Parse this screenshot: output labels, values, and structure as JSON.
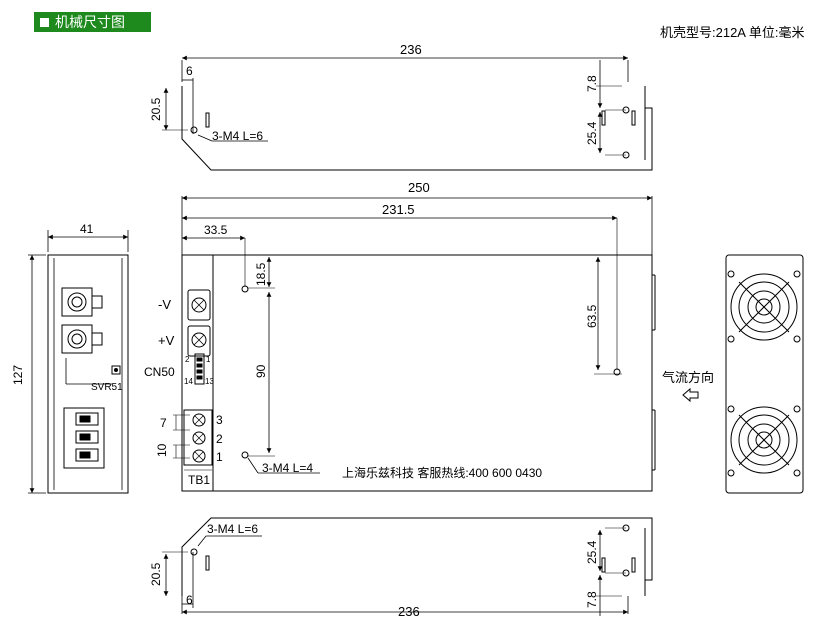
{
  "header": {
    "section_title": "机械尺寸图",
    "housing_label": "机壳型号:212A",
    "unit_label": "单位:毫米"
  },
  "top_view": {
    "length": "236",
    "offset_left": "6",
    "offset_right": "7.8",
    "height_left": "20.5",
    "hole_spacing": "25.4",
    "screw_note": "3-M4 L=6"
  },
  "front_view": {
    "total_length": "250",
    "hole_span": "231.5",
    "hole_offset": "33.5",
    "hole_top": "18.5",
    "hole_vertical": "90",
    "right_hole_vertical": "63.5",
    "screw_note": "3-M4 L=4",
    "company_line": "上海乐兹科技 客服热线:400 600 0430",
    "label_neg_v": "-V",
    "label_pos_v": "+V",
    "label_cn50": "CN50",
    "cn50_pins": [
      "2",
      "1",
      "14",
      "13"
    ],
    "tb_pins": [
      "3",
      "2",
      "1"
    ],
    "tb_pitch": "7",
    "tb_spacing": "10",
    "tb_label": "TB1"
  },
  "side_view": {
    "width": "41",
    "height": "127",
    "svr_label": "SVR51"
  },
  "airflow": {
    "label": "气流方向",
    "arrow_icon": "left-arrow"
  },
  "bottom_view": {
    "length": "236",
    "offset_left": "6",
    "offset_right": "7.8",
    "height_left": "20.5",
    "hole_spacing": "25.4",
    "screw_note": "3-M4 L=6"
  }
}
